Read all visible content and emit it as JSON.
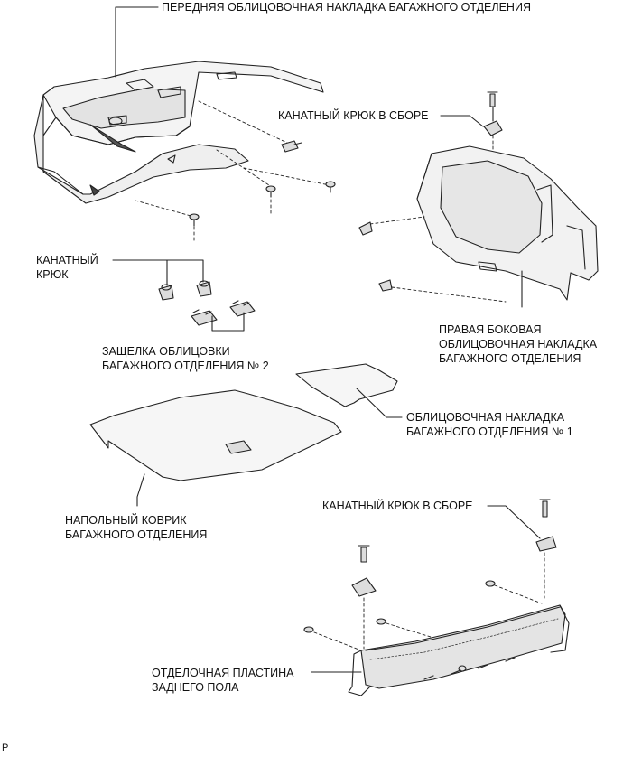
{
  "labels": {
    "front_trim": "ПЕРЕДНЯЯ ОБЛИЦОВОЧНАЯ НАКЛАДКА БАГАЖНОГО ОТДЕЛЕНИЯ",
    "rope_hook_assy_1": "КАНАТНЫЙ КРЮК В СБОРЕ",
    "rope_hook": "КАНАТНЫЙ\nКРЮК",
    "right_side_trim": "ПРАВАЯ БОКОВАЯ\nОБЛИЦОВОЧНАЯ НАКЛАДКА\nБАГАЖНОГО ОТДЕЛЕНИЯ",
    "latch_no2": "ЗАЩЕЛКА ОБЛИЦОВКИ\nБАГАЖНОГО ОТДЕЛЕНИЯ № 2",
    "trim_no1": "ОБЛИЦОВОЧНАЯ НАКЛАДКА\nБАГАЖНОГО ОТДЕЛЕНИЯ № 1",
    "floor_mat": "НАПОЛЬНЫЙ КОВРИК\nБАГАЖНОГО ОТДЕЛЕНИЯ",
    "rope_hook_assy_2": "КАНАТНЫЙ КРЮК В СБОРЕ",
    "rear_floor_plate": "ОТДЕЛОЧНАЯ ПЛАСТИНА\nЗАДНЕГО ПОЛА",
    "corner_mark": "P"
  }
}
